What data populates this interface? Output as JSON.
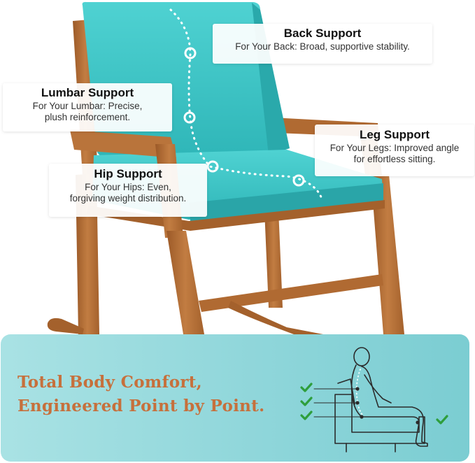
{
  "callouts": {
    "back": {
      "title": "Back Support",
      "desc": "For Your Back: Broad, supportive stability."
    },
    "lumbar": {
      "title": "Lumbar Support",
      "desc_line1": "For Your Lumbar: Precise,",
      "desc_line2": "plush reinforcement."
    },
    "leg": {
      "title": "Leg Support",
      "desc_line1": "For Your Legs: Improved angle",
      "desc_line2": "for effortless sitting."
    },
    "hip": {
      "title": "Hip Support",
      "desc_line1": "For Your Hips: Even,",
      "desc_line2": "forgiving weight distribution."
    }
  },
  "banner": {
    "headline_line1": "Total Body Comfort,",
    "headline_line2": "Engineered Point by Point."
  },
  "icons": [
    "check-icon",
    "seated-figure-icon"
  ],
  "colors": {
    "cushion": "#3cc8c9",
    "wood": "#b06a32",
    "headline": "#c6703c",
    "check": "#2e9e3c",
    "banner_bg": "#8fd6da"
  }
}
